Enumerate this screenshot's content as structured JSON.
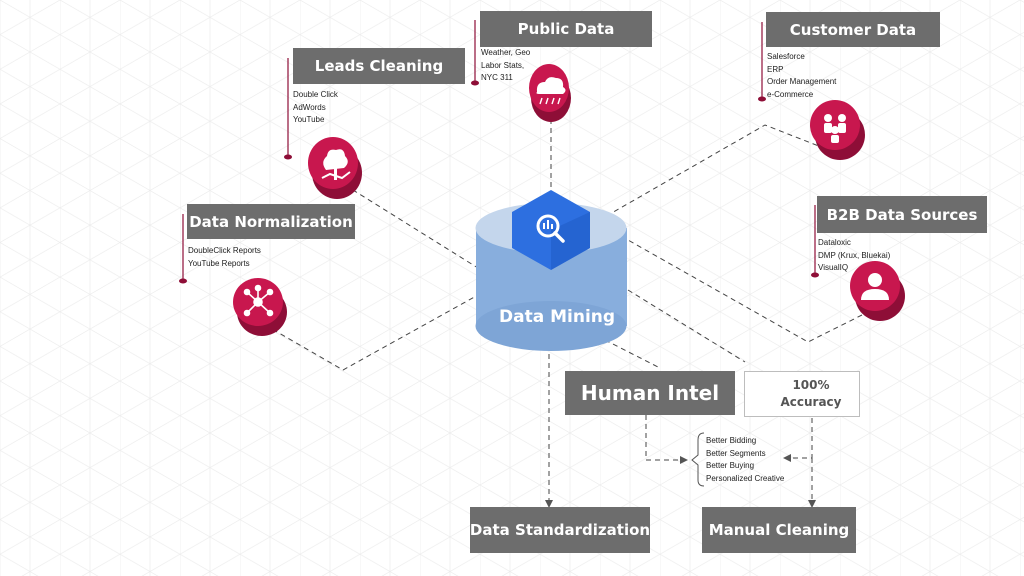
{
  "center": {
    "label": "Data Mining",
    "icon": "bigquery-hexagon-icon"
  },
  "nodes": {
    "public_data": {
      "title": "Public Data",
      "items": [
        "Weather, Geo",
        "Labor Stats,",
        "NYC 311"
      ],
      "icon": "cloud-rain-icon"
    },
    "leads_cleaning": {
      "title": "Leads Cleaning",
      "items": [
        "Double Click",
        "AdWords",
        "YouTube"
      ],
      "icon": "tree-hand-icon"
    },
    "customer_data": {
      "title": "Customer Data",
      "items": [
        "Salesforce",
        "ERP",
        "Order Management",
        "e-Commerce"
      ],
      "icon": "people-group-icon"
    },
    "data_normalization": {
      "title": "Data Normalization",
      "items": [
        "DoubleClick Reports",
        "YouTube Reports"
      ],
      "icon": "network-hub-icon"
    },
    "b2b_sources": {
      "title": "B2B Data Sources",
      "items": [
        "Dataloxic",
        "DMP (Krux, Bluekai)",
        "VisualIQ"
      ],
      "icon": "user-avatar-icon"
    }
  },
  "human_intel": {
    "title": "Human Intel"
  },
  "accuracy": {
    "line1": "100%",
    "line2": "Accuracy",
    "icon": "python-logo-icon"
  },
  "outcomes": [
    "Better Bidding",
    "Better Segments",
    "Better Buying",
    "Personalized Creative"
  ],
  "data_standardization": {
    "title": "Data Standardization"
  },
  "manual_cleaning": {
    "title": "Manual Cleaning"
  },
  "colors": {
    "accent": "#c8174e",
    "accent_dark": "#8e0e37",
    "label_bg": "#6d6d6d",
    "db_top": "#c4d6ec",
    "db_body": "#88aedd",
    "hex": "#2d6fe0"
  }
}
